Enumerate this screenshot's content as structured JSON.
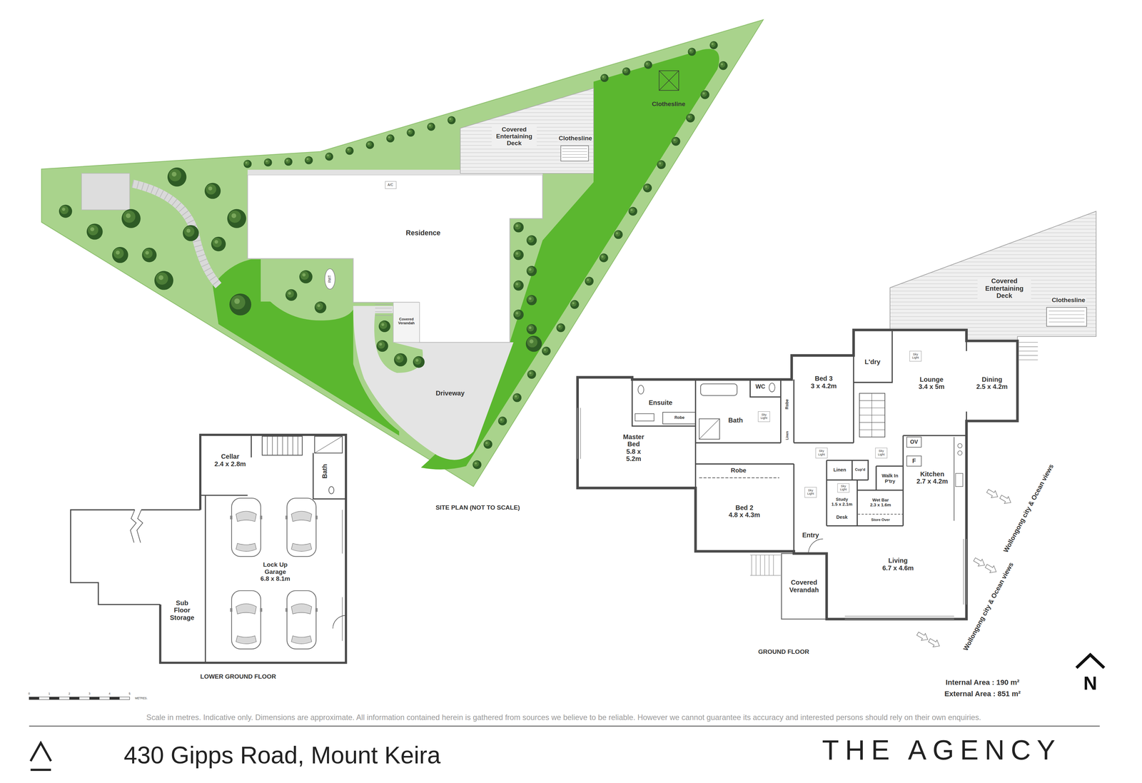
{
  "diagram": {
    "title": "430 Gipps Road, Mount Keira",
    "nodes": [
      {
        "text": [
          "Covered Entertaining Deck"
        ]
      },
      {
        "text": [
          "Residence"
        ]
      },
      {
        "text": [
          "Covered Verandah"
        ]
      },
      {
        "text": [
          "Cellar",
          "2.4 x 2.8m"
        ]
      },
      {
        "text": [
          "Bath"
        ]
      },
      {
        "text": [
          "Lock Up Garage",
          "6.8 x 8.1m"
        ]
      },
      {
        "text": [
          "Sub Floor Storage"
        ]
      },
      {
        "text": [
          "Master Bed",
          "5.8 x 5.2m"
        ]
      },
      {
        "text": [
          "Ensuite"
        ]
      },
      {
        "text": [
          "Robe"
        ]
      },
      {
        "text": [
          "Bath"
        ]
      },
      {
        "text": [
          "WC"
        ]
      },
      {
        "text": [
          "Robe"
        ]
      },
      {
        "text": [
          "Linen"
        ]
      },
      {
        "text": [
          "Bed 3",
          "3 x 4.2m"
        ]
      },
      {
        "text": [
          "L'dry"
        ]
      },
      {
        "text": [
          "Lounge",
          "3.4 x 5m"
        ]
      },
      {
        "text": [
          "Dining",
          "2.5 x 4.2m"
        ]
      },
      {
        "text": [
          "Robe"
        ]
      },
      {
        "text": [
          "Bed 2",
          "4.8 x 4.3m"
        ]
      },
      {
        "text": [
          "Linen"
        ]
      },
      {
        "text": [
          "Cup'd"
        ]
      },
      {
        "text": [
          "OV"
        ]
      },
      {
        "text": [
          "F"
        ]
      },
      {
        "text": [
          "Kitchen",
          "2.7 x 4.2m"
        ]
      },
      {
        "text": [
          "Walk In P'try"
        ]
      },
      {
        "text": [
          "Study",
          "1.5 x 2.1m"
        ]
      },
      {
        "text": [
          "Desk"
        ]
      },
      {
        "text": [
          "Wet Bar",
          "2.3 x 1.6m"
        ]
      },
      {
        "text": [
          "Store Over"
        ]
      },
      {
        "text": [
          "Entry"
        ]
      },
      {
        "text": [
          "Living",
          "6.7 x 4.6m"
        ]
      },
      {
        "text": [
          "Covered Verandah"
        ]
      },
      {
        "text": [
          "Covered Entertaining Deck"
        ]
      }
    ],
    "labels": [
      "A/C",
      "RWT",
      "Clothesline",
      "Clothesline",
      "Driveway",
      "SITE PLAN (NOT TO SCALE)",
      "LOWER GROUND FLOOR",
      "Sky Light",
      "Sky Light",
      "Sky Light",
      "Sky Light",
      "Sky Light",
      "Sky Light",
      "Clothesline",
      "GROUND FLOOR",
      "Wollongong city & Ocean views",
      "Wollongong city & Ocean views",
      "Internal Area : 190 m²",
      "External Area : 851 m²",
      "N",
      "0",
      "1",
      "2",
      "3",
      "4",
      "5",
      "METRES.",
      "Scale in metres. Indicative only. Dimensions are approximate. All information contained herein is gathered from sources we believe to be reliable. However we cannot guarantee its accuracy and interested persons should rely on their own enquiries.",
      "THE AGENCY"
    ]
  }
}
